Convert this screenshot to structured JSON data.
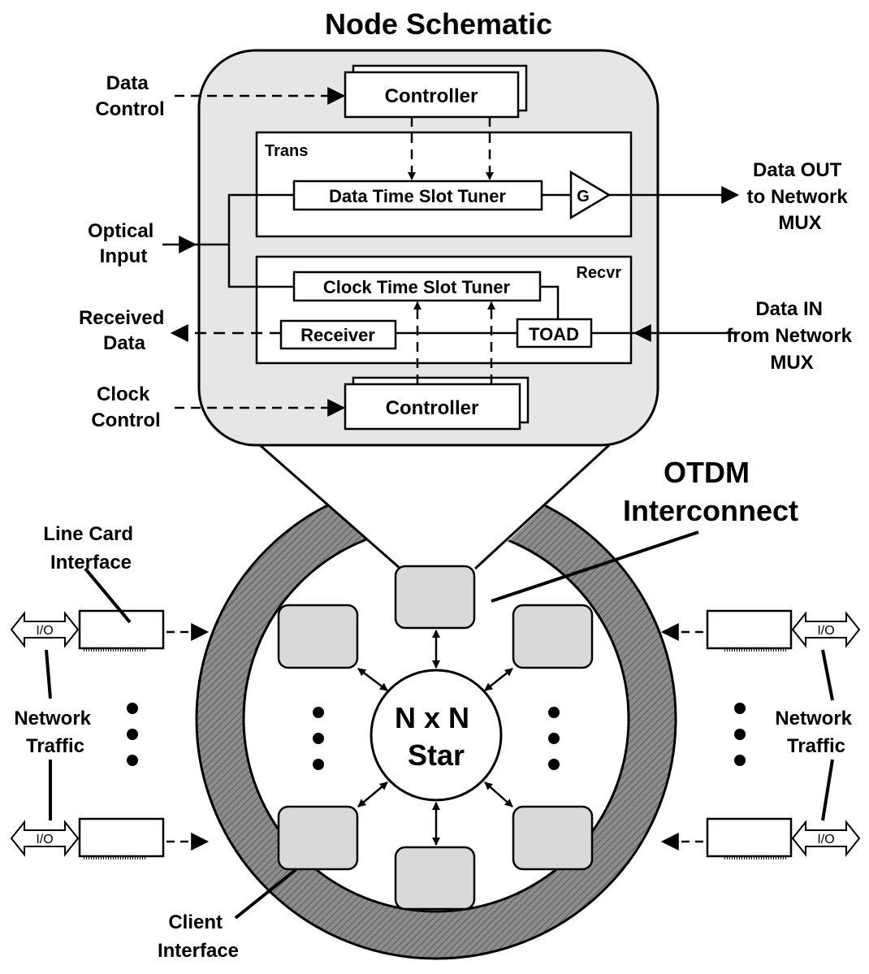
{
  "title": "Node Schematic",
  "schematic": {
    "controller_top": "Controller",
    "controller_bottom": "Controller",
    "trans": "Trans",
    "recvr": "Recvr",
    "data_tuner": "Data Time Slot Tuner",
    "clock_tuner": "Clock Time Slot Tuner",
    "amp": "G",
    "receiver": "Receiver",
    "toad": "TOAD"
  },
  "labels": {
    "data_control": [
      "Data",
      "Control"
    ],
    "optical_input": [
      "Optical",
      "Input"
    ],
    "received_data": [
      "Received",
      "Data"
    ],
    "clock_control": [
      "Clock",
      "Control"
    ],
    "data_out": [
      "Data OUT",
      "to Network",
      "MUX"
    ],
    "data_in": [
      "Data IN",
      "from Network",
      "MUX"
    ],
    "otdm": [
      "OTDM",
      "Interconnect"
    ],
    "line_card": [
      "Line Card",
      "Interface"
    ],
    "network_traffic_left": [
      "Network",
      "Traffic"
    ],
    "network_traffic_right": [
      "Network",
      "Traffic"
    ],
    "client_interface": [
      "Client",
      "Interface"
    ],
    "star": [
      "N x N",
      "Star"
    ],
    "io": "I/O"
  },
  "colors": {
    "panel_fill": "#e6e6e6",
    "box_fill": "#d9d9d9",
    "ring_fill": "#8c8c8c",
    "line": "#000000"
  }
}
